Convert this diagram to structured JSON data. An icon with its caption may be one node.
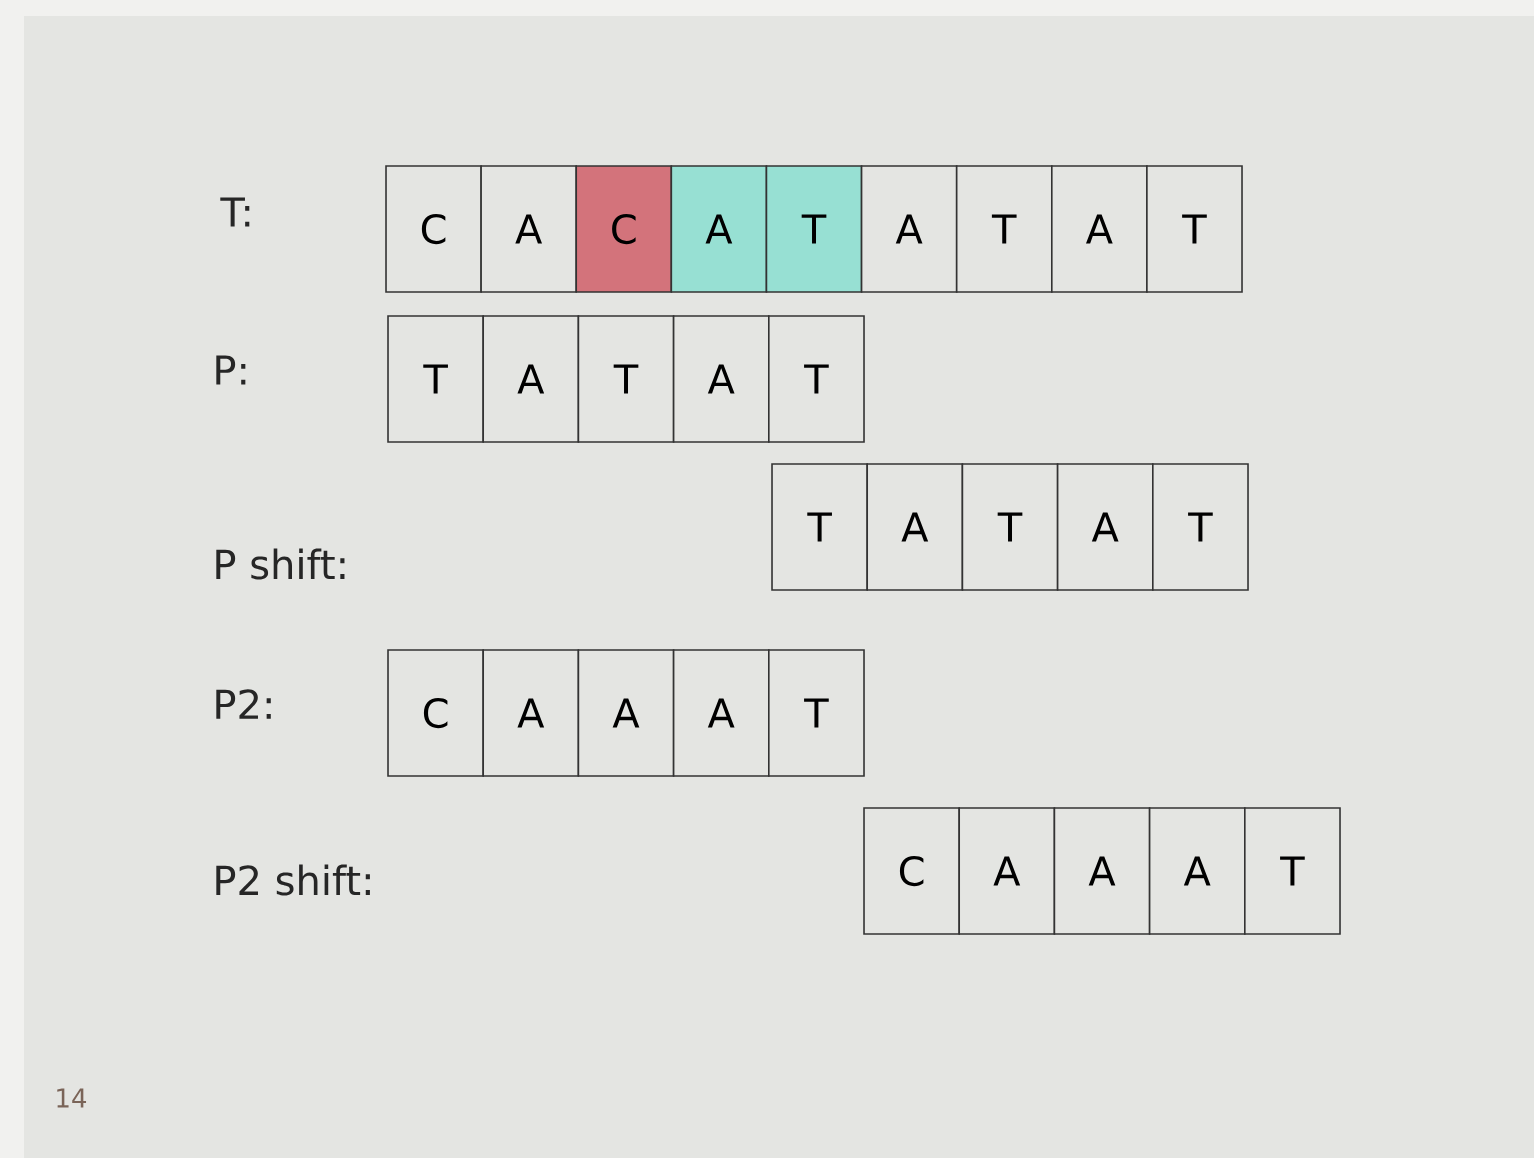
{
  "diagram": {
    "nodes": [
      {
        "text": [
          "C"
        ]
      },
      {
        "text": [
          "A"
        ]
      },
      {
        "text": [
          "C"
        ]
      },
      {
        "text": [
          "A"
        ]
      },
      {
        "text": [
          "T"
        ]
      },
      {
        "text": [
          "A"
        ]
      },
      {
        "text": [
          "T"
        ]
      },
      {
        "text": [
          "A"
        ]
      },
      {
        "text": [
          "T"
        ]
      },
      {
        "text": [
          "T"
        ]
      },
      {
        "text": [
          "A"
        ]
      },
      {
        "text": [
          "T"
        ]
      },
      {
        "text": [
          "A"
        ]
      },
      {
        "text": [
          "T"
        ]
      },
      {
        "text": [
          "T"
        ]
      },
      {
        "text": [
          "A"
        ]
      },
      {
        "text": [
          "T"
        ]
      },
      {
        "text": [
          "A"
        ]
      },
      {
        "text": [
          "T"
        ]
      },
      {
        "text": [
          "C"
        ]
      },
      {
        "text": [
          "A"
        ]
      },
      {
        "text": [
          "A"
        ]
      },
      {
        "text": [
          "A"
        ]
      },
      {
        "text": [
          "T"
        ]
      },
      {
        "text": [
          "C"
        ]
      },
      {
        "text": [
          "A"
        ]
      },
      {
        "text": [
          "A"
        ]
      },
      {
        "text": [
          "A"
        ]
      },
      {
        "text": [
          "T"
        ]
      }
    ],
    "edges": [],
    "labels": [
      "T:",
      "P:",
      "P shift:",
      "P2:",
      "P2 shift:",
      "14"
    ]
  }
}
